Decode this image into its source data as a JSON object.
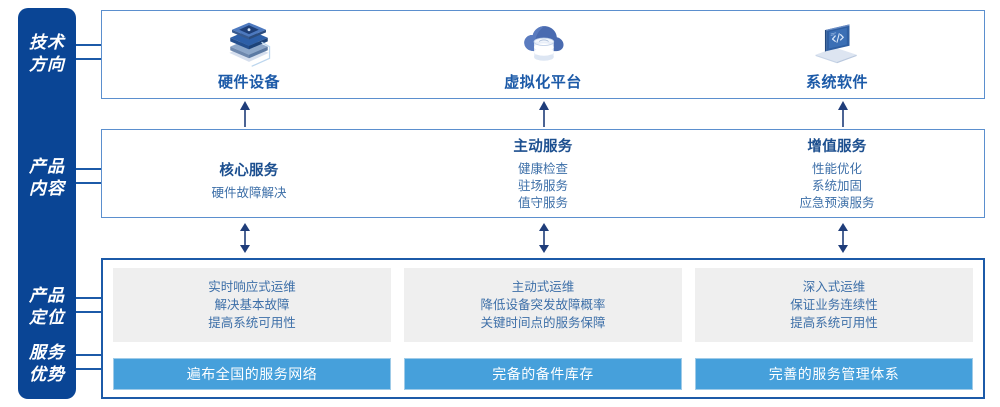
{
  "rail": {
    "labels": [
      {
        "name": "tech-direction",
        "line1": "技术",
        "line2": "方向"
      },
      {
        "name": "product-content",
        "line1": "产品",
        "line2": "内容"
      },
      {
        "name": "product-positioning",
        "line1": "产品",
        "line2": "定位"
      },
      {
        "name": "service-advantage",
        "line1": "服务",
        "line2": "优势"
      }
    ]
  },
  "tech_row": {
    "items": [
      {
        "icon": "server-stack-icon",
        "label": "硬件设备"
      },
      {
        "icon": "cloud-database-icon",
        "label": "虚拟化平台"
      },
      {
        "icon": "laptop-code-icon",
        "label": "系统软件"
      }
    ]
  },
  "content_row": {
    "columns": [
      {
        "title": "核心服务",
        "items": [
          "硬件故障解决"
        ]
      },
      {
        "title": "主动服务",
        "items": [
          "健康检查",
          "驻场服务",
          "值守服务"
        ]
      },
      {
        "title": "增值服务",
        "items": [
          "性能优化",
          "系统加固",
          "应急预演服务"
        ]
      }
    ]
  },
  "positioning_row": {
    "boxes": [
      {
        "lines": [
          "实时响应式运维",
          "解决基本故障",
          "提高系统可用性"
        ]
      },
      {
        "lines": [
          "主动式运维",
          "降低设备突发故障概率",
          "关键时间点的服务保障"
        ]
      },
      {
        "lines": [
          "深入式运维",
          "保证业务连续性",
          "提高系统可用性"
        ]
      }
    ]
  },
  "advantage_row": {
    "boxes": [
      {
        "label": "遍布全国的服务网络"
      },
      {
        "label": "完备的备件库存"
      },
      {
        "label": "完善的服务管理体系"
      }
    ]
  },
  "colors": {
    "rail_blue": "#0a4595",
    "border_blue": "#5b8fce",
    "border_blue_strong": "#1c5aa8",
    "title_blue": "#1c4f8f",
    "text_blue": "#3d6fa8",
    "bar_blue": "#46a0db",
    "grey_box": "#efefef",
    "arrow_navy": "#1f3d7a"
  }
}
